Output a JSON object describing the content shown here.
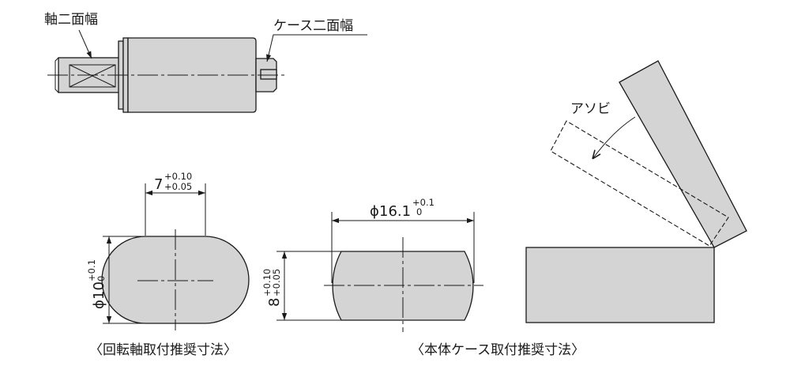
{
  "labels": {
    "shaft_flat": "軸二面幅",
    "case_flat": "ケース二面幅",
    "play": "アソビ"
  },
  "dimensions": {
    "shaft_width": {
      "value": "7",
      "upper": "+0.10",
      "lower": "+0.05"
    },
    "shaft_diameter": {
      "symbol": "ϕ",
      "value": "10",
      "upper": "+0.1",
      "lower": "0"
    },
    "case_diameter": {
      "symbol": "ϕ",
      "value": "16.1",
      "upper": "+0.1",
      "lower": "0"
    },
    "case_width": {
      "value": "8",
      "upper": "+0.10",
      "lower": "+0.05"
    }
  },
  "captions": {
    "shaft": "〈回転軸取付推奨寸法〉",
    "case": "〈本体ケース取付推奨寸法〉"
  },
  "colors": {
    "part_fill": "#d4d4d4",
    "line": "#1a1a1a"
  }
}
